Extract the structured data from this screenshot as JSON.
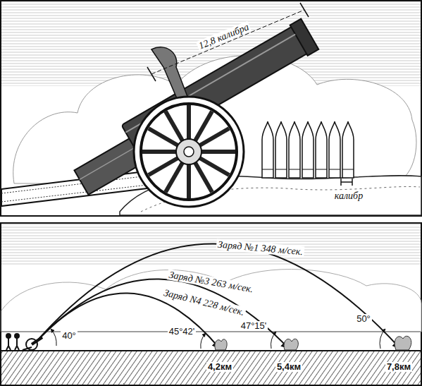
{
  "diagram": {
    "labels": [
      "12,8 калибра",
      "калибр",
      "Заряд №1 348 м/сек.",
      "Заряд №3 263 м/сек.",
      "Заряд N4 228 м/сек.",
      "40°",
      "45°42'",
      "47°15'",
      "50°",
      "4,2км",
      "5,4км",
      "7,8км"
    ]
  }
}
